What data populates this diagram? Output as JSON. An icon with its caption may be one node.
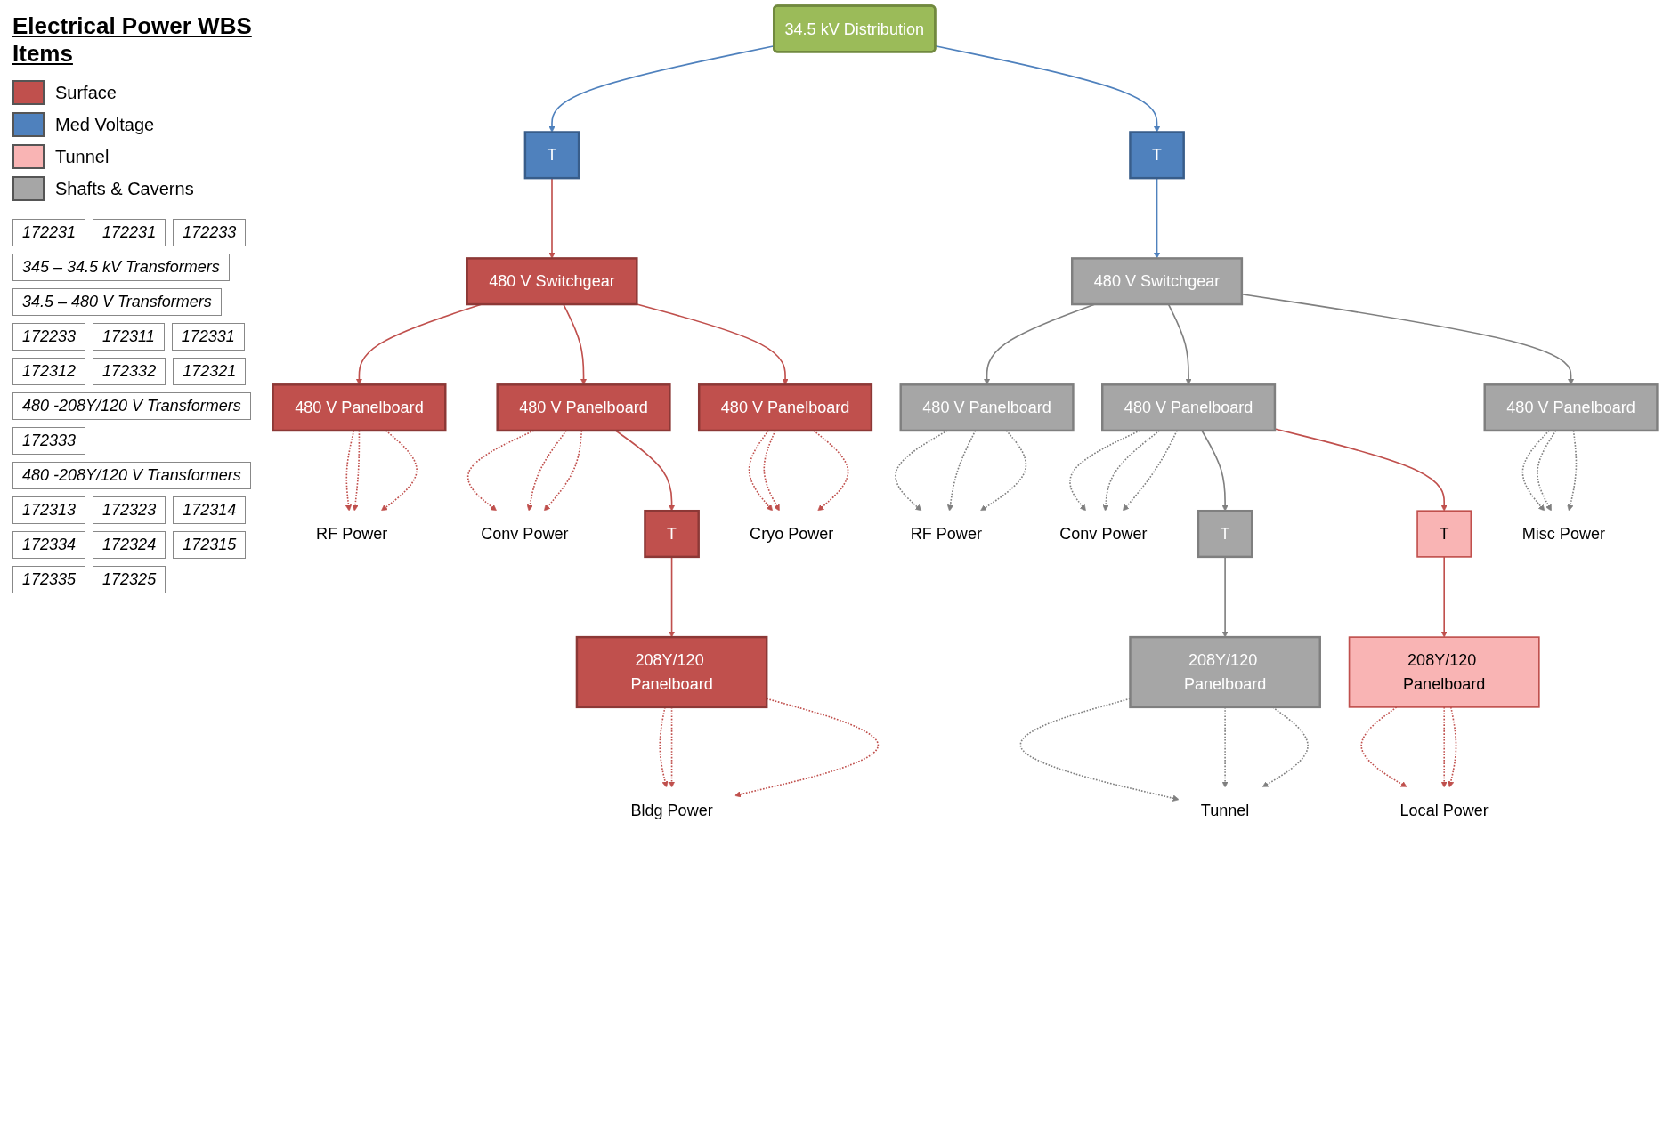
{
  "diagram": {
    "title": "Electrical Power WBS Items",
    "nodes": [
      {
        "text": [
          "34.5 kV Distribution"
        ]
      },
      {
        "text": [
          "T"
        ]
      },
      {
        "text": [
          "T"
        ]
      },
      {
        "text": [
          "480 V Switchgear"
        ]
      },
      {
        "text": [
          "480 V Panelboard"
        ]
      },
      {
        "text": [
          "480 V Panelboard"
        ]
      },
      {
        "text": [
          "480 V Panelboard"
        ]
      },
      {
        "text": [
          "RF Power"
        ]
      },
      {
        "text": [
          "Conv Power"
        ]
      },
      {
        "text": [
          "Cryo Power"
        ]
      },
      {
        "text": [
          "T"
        ]
      },
      {
        "text": [
          "208Y/120 Panelboard"
        ]
      },
      {
        "text": [
          "Bldg Power"
        ]
      },
      {
        "text": [
          "480 V Switchgear"
        ]
      },
      {
        "text": [
          "480 V Panelboard"
        ]
      },
      {
        "text": [
          "480 V Panelboard"
        ]
      },
      {
        "text": [
          "480 V Panelboard"
        ]
      },
      {
        "text": [
          "RF Power"
        ]
      },
      {
        "text": [
          "Conv Power"
        ]
      },
      {
        "text": [
          "Misc Power"
        ]
      },
      {
        "text": [
          "T"
        ]
      },
      {
        "text": [
          "T"
        ]
      },
      {
        "text": [
          "208Y/120 Panelboard"
        ]
      },
      {
        "text": [
          "208Y/120 Panelboard"
        ]
      },
      {
        "text": [
          "Tunnel"
        ]
      },
      {
        "text": [
          "Local Power"
        ]
      }
    ],
    "edges": [
      {
        "from": 0,
        "to": 1,
        "arrow": "to",
        "color": "#4f81bd"
      },
      {
        "from": 0,
        "to": 2,
        "arrow": "to",
        "color": "#4f81bd"
      },
      {
        "from": 1,
        "to": 3,
        "arrow": "to"
      },
      {
        "from": 2,
        "to": 13,
        "arrow": "to",
        "color": "#4f81bd"
      },
      {
        "from": 3,
        "to": 4,
        "arrow": "to"
      },
      {
        "from": 3,
        "to": 5,
        "arrow": "to"
      },
      {
        "from": 3,
        "to": 6,
        "arrow": "to"
      },
      {
        "from": 4,
        "to": 7,
        "arrow": "to",
        "style": "dashed"
      },
      {
        "from": 4,
        "to": 7,
        "arrow": "to",
        "style": "dashed"
      },
      {
        "from": 4,
        "to": 7,
        "arrow": "to",
        "style": "dashed"
      },
      {
        "from": 5,
        "to": 8,
        "arrow": "to",
        "style": "dashed"
      },
      {
        "from": 5,
        "to": 8,
        "arrow": "to",
        "style": "dashed"
      },
      {
        "from": 5,
        "to": 8,
        "arrow": "to",
        "style": "dashed"
      },
      {
        "from": 6,
        "to": 9,
        "arrow": "to",
        "style": "dashed"
      },
      {
        "from": 6,
        "to": 9,
        "arrow": "to",
        "style": "dashed"
      },
      {
        "from": 6,
        "to": 9,
        "arrow": "to",
        "style": "dashed"
      },
      {
        "from": 5,
        "to": 10,
        "arrow": "to"
      },
      {
        "from": 10,
        "to": 11,
        "arrow": "to"
      },
      {
        "from": 11,
        "to": 12,
        "arrow": "to",
        "style": "dashed"
      },
      {
        "from": 11,
        "to": 12,
        "arrow": "to",
        "style": "dashed"
      },
      {
        "from": 11,
        "to": 12,
        "arrow": "to",
        "style": "dashed"
      },
      {
        "from": 13,
        "to": 14,
        "arrow": "to",
        "color": "#808080"
      },
      {
        "from": 13,
        "to": 15,
        "arrow": "to",
        "color": "#808080"
      },
      {
        "from": 13,
        "to": 16,
        "arrow": "to",
        "color": "#808080"
      },
      {
        "from": 14,
        "to": 17,
        "arrow": "to",
        "style": "dashed",
        "color": "#808080"
      },
      {
        "from": 14,
        "to": 17,
        "arrow": "to",
        "style": "dashed",
        "color": "#808080"
      },
      {
        "from": 14,
        "to": 17,
        "arrow": "to",
        "style": "dashed",
        "color": "#808080"
      },
      {
        "from": 15,
        "to": 18,
        "arrow": "to",
        "style": "dashed",
        "color": "#808080"
      },
      {
        "from": 15,
        "to": 18,
        "arrow": "to",
        "style": "dashed",
        "color": "#808080"
      },
      {
        "from": 15,
        "to": 18,
        "arrow": "to",
        "style": "dashed",
        "color": "#808080"
      },
      {
        "from": 16,
        "to": 19,
        "arrow": "to",
        "style": "dashed",
        "color": "#808080"
      },
      {
        "from": 16,
        "to": 19,
        "arrow": "to",
        "style": "dashed",
        "color": "#808080"
      },
      {
        "from": 16,
        "to": 19,
        "arrow": "to",
        "style": "dashed",
        "color": "#808080"
      },
      {
        "from": 15,
        "to": 20,
        "arrow": "to",
        "color": "#808080"
      },
      {
        "from": 15,
        "to": 21,
        "arrow": "to"
      },
      {
        "from": 20,
        "to": 22,
        "arrow": "to",
        "color": "#808080"
      },
      {
        "from": 21,
        "to": 23,
        "arrow": "to"
      },
      {
        "from": 22,
        "to": 24,
        "arrow": "to",
        "style": "dashed",
        "color": "#808080"
      },
      {
        "from": 22,
        "to": 24,
        "arrow": "to",
        "style": "dashed",
        "color": "#808080"
      },
      {
        "from": 22,
        "to": 24,
        "arrow": "to",
        "style": "dashed",
        "color": "#808080"
      },
      {
        "from": 23,
        "to": 25,
        "arrow": "to",
        "style": "dashed"
      },
      {
        "from": 23,
        "to": 25,
        "arrow": "to",
        "style": "dashed"
      },
      {
        "from": 23,
        "to": 25,
        "arrow": "to",
        "style": "dashed"
      }
    ],
    "labels": [
      "172231",
      "172231",
      "172233",
      "345 – 34.5 kV Transformers",
      "34.5 – 480 V Transformers",
      "172233",
      "172311",
      "172331",
      "172312",
      "172332",
      "172321",
      "480 -208Y/120 V Transformers",
      "172333",
      "480 -208Y/120 V Transformers",
      "172313",
      "172323",
      "172314",
      "172334",
      "172324",
      "172315",
      "172335",
      "172325"
    ],
    "legend": [
      {
        "text": "Surface",
        "color": "#c0504d"
      },
      {
        "text": "Med Voltage",
        "color": "#4f81bd"
      },
      {
        "text": "Tunnel",
        "color": "#f9b4b4"
      },
      {
        "text": "Shafts & Caverns",
        "color": "#a6a6a6"
      }
    ]
  }
}
